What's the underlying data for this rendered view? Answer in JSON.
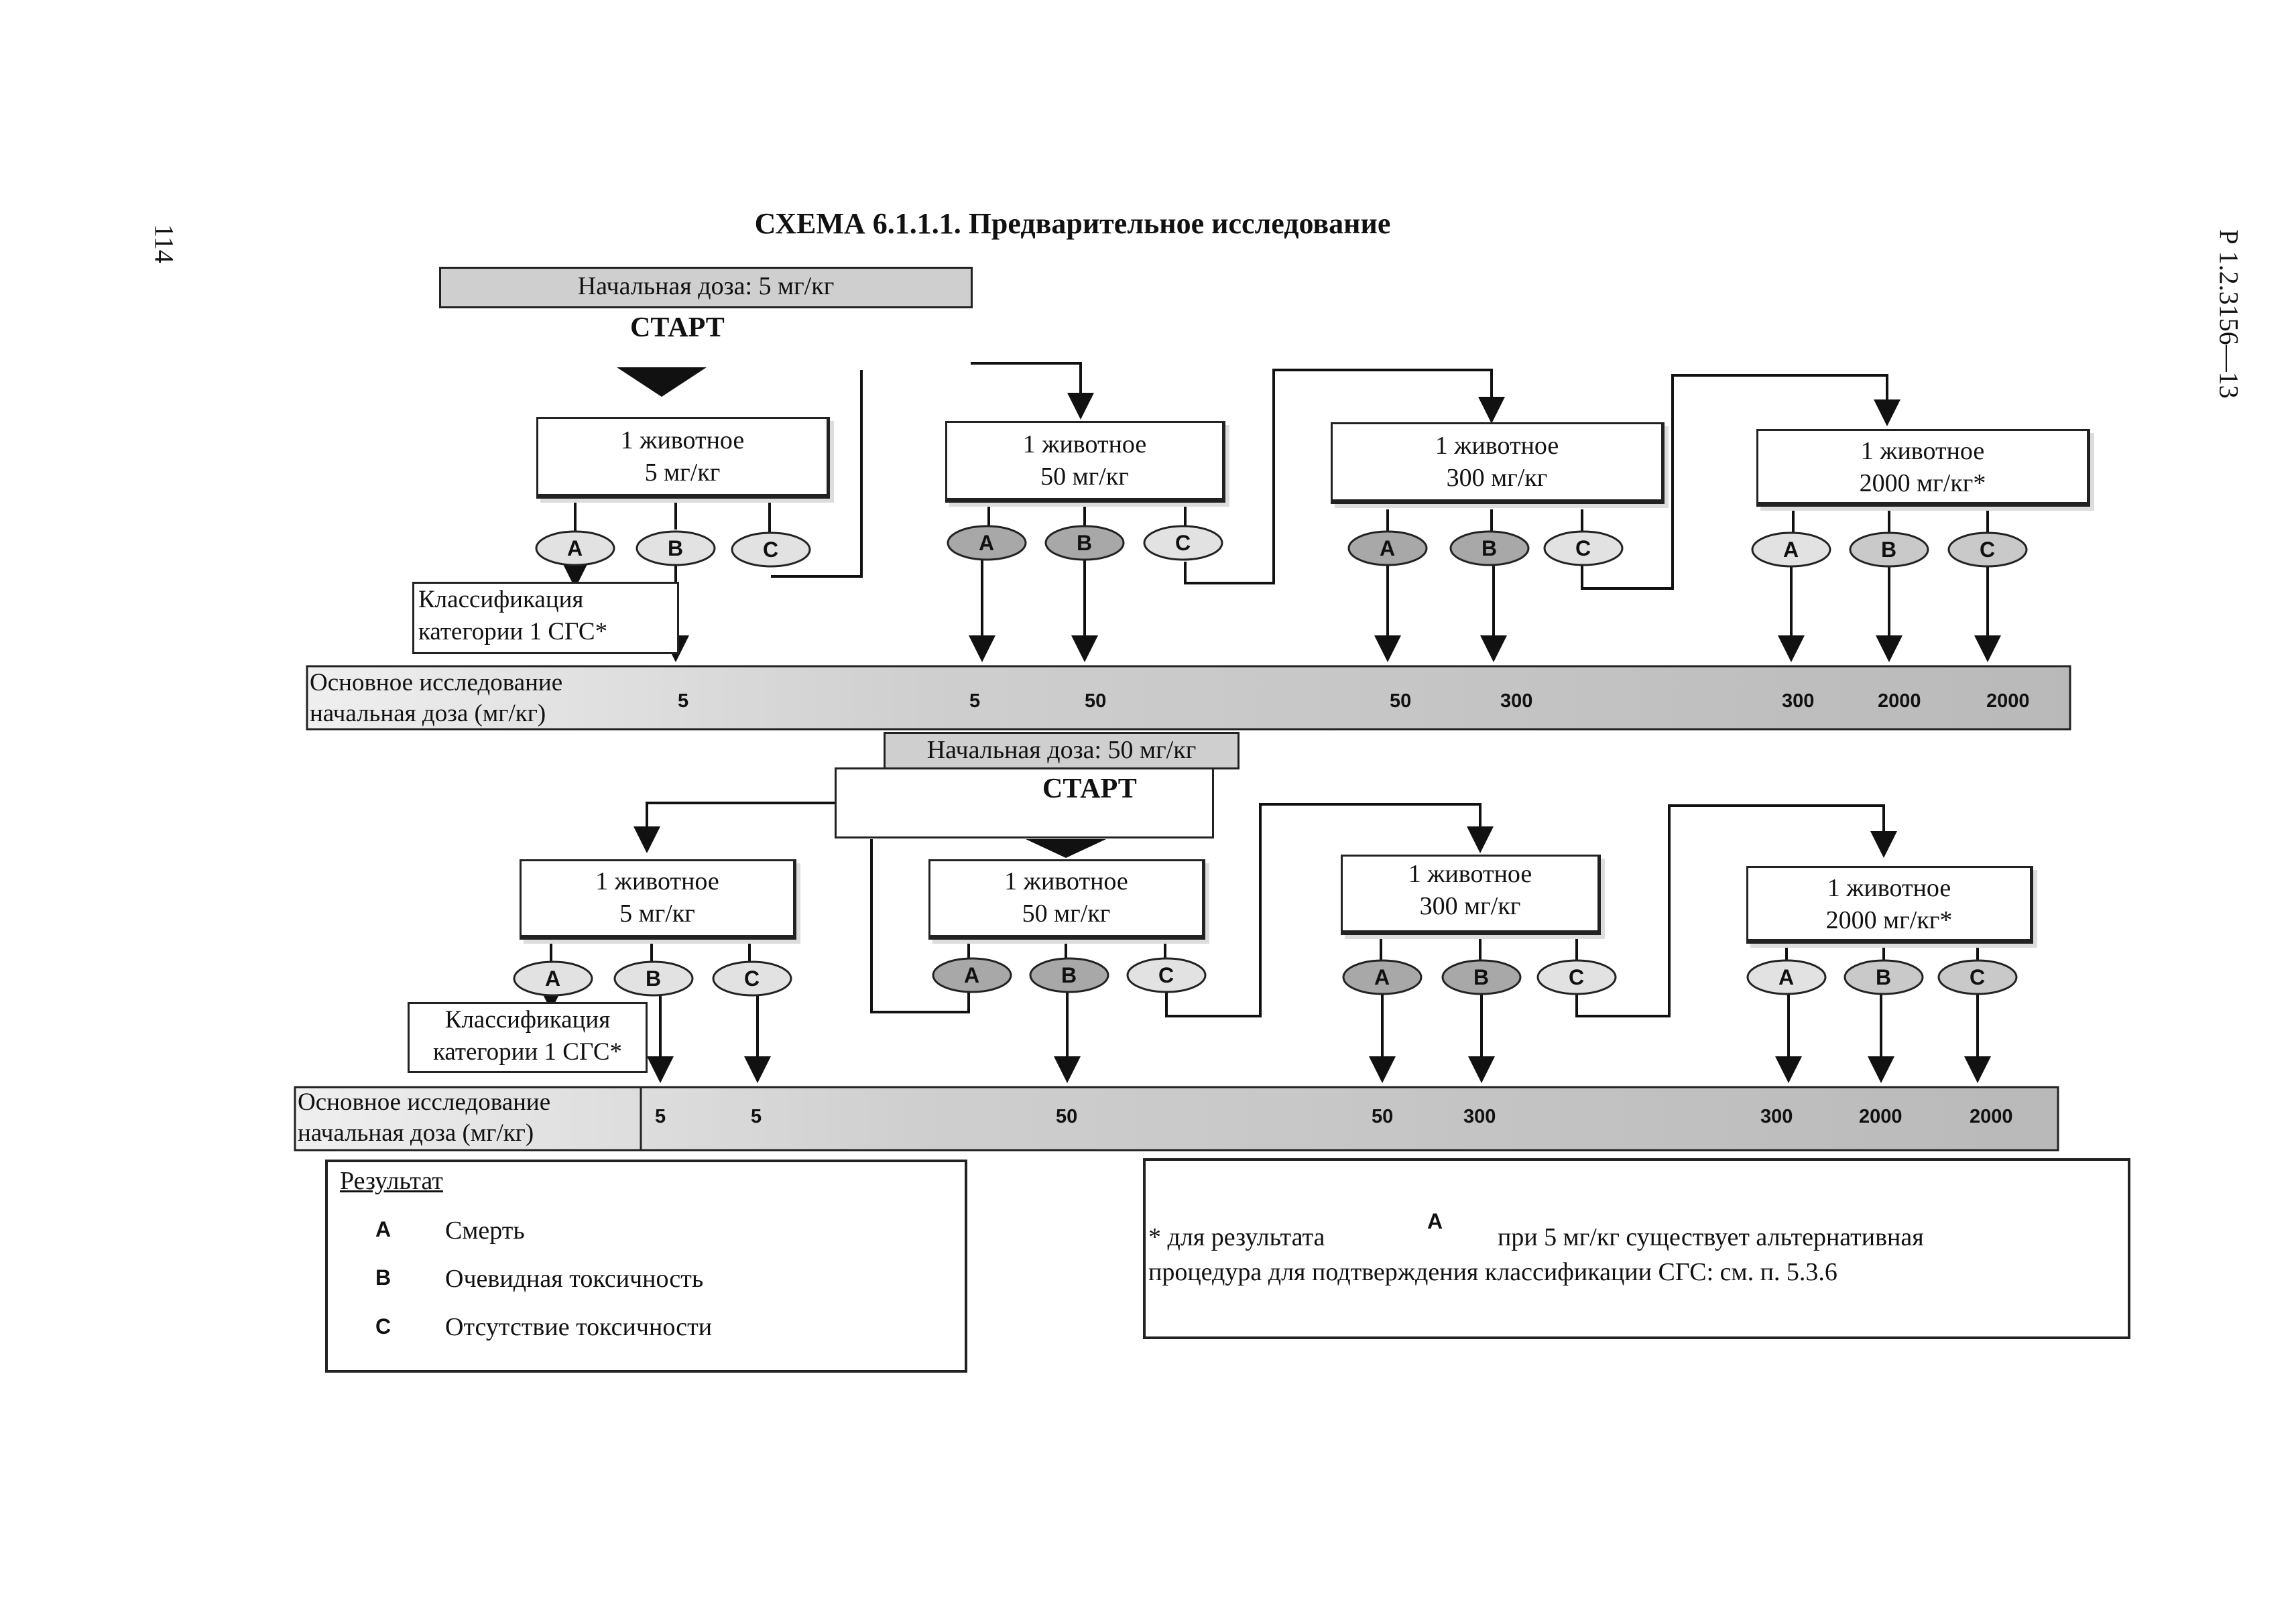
{
  "page_number": "114",
  "doc_code": "Р 1.2.3156—13",
  "title": "СХЕМА 6.1.1.1. Предварительное исследование",
  "scheme1": {
    "start_dose": "Начальная доза: 5 мг/кг",
    "start_label": "СТАРТ",
    "boxes": [
      {
        "line1": "1 животное",
        "line2": "5 мг/кг"
      },
      {
        "line1": "1 животное",
        "line2": "50 мг/кг"
      },
      {
        "line1": "1 животное",
        "line2": "300 мг/кг"
      },
      {
        "line1": "1 животное",
        "line2": "2000 мг/кг*"
      }
    ],
    "classification": {
      "line1": "Классификация",
      "line2": "категории 1 СГС*"
    },
    "main_study": {
      "line1": "Основное исследование",
      "line2": "начальная доза (мг/кг)"
    },
    "doses": [
      "5",
      "5",
      "50",
      "50",
      "300",
      "300",
      "2000",
      "2000"
    ]
  },
  "scheme2": {
    "start_dose": "Начальная доза: 50 мг/кг",
    "start_label": "СТАРТ",
    "boxes": [
      {
        "line1": "1 животное",
        "line2": "5 мг/кг"
      },
      {
        "line1": "1 животное",
        "line2": "50 мг/кг"
      },
      {
        "line1": "1 животное",
        "line2": "300 мг/кг"
      },
      {
        "line1": "1 животное",
        "line2": "2000 мг/кг*"
      }
    ],
    "classification": {
      "line1": "Классификация",
      "line2": "категории 1 СГС*"
    },
    "main_study": {
      "line1": "Основное исследование",
      "line2": "начальная доза (мг/кг)"
    },
    "doses": [
      "5",
      "5",
      "50",
      "50",
      "300",
      "300",
      "2000",
      "2000"
    ]
  },
  "outcome_letters": [
    "A",
    "B",
    "C"
  ],
  "legend": {
    "title": "Результат",
    "items": [
      {
        "letter": "A",
        "text": "Смерть"
      },
      {
        "letter": "B",
        "text": "Очевидная токсичность"
      },
      {
        "letter": "C",
        "text": "Отсутствие токсичности"
      }
    ]
  },
  "note": {
    "prefix": "* для результата",
    "letter": "A",
    "suffix": "при 5 мг/кг существует альтернативная",
    "line2": "процедура для подтверждения классификации СГС: см. п. 5.3.6"
  },
  "colors": {
    "oval_light": "#e2e2e2",
    "oval_dark": "#9a9a9a",
    "bar": "#c9c9c9",
    "line": "#111111"
  }
}
